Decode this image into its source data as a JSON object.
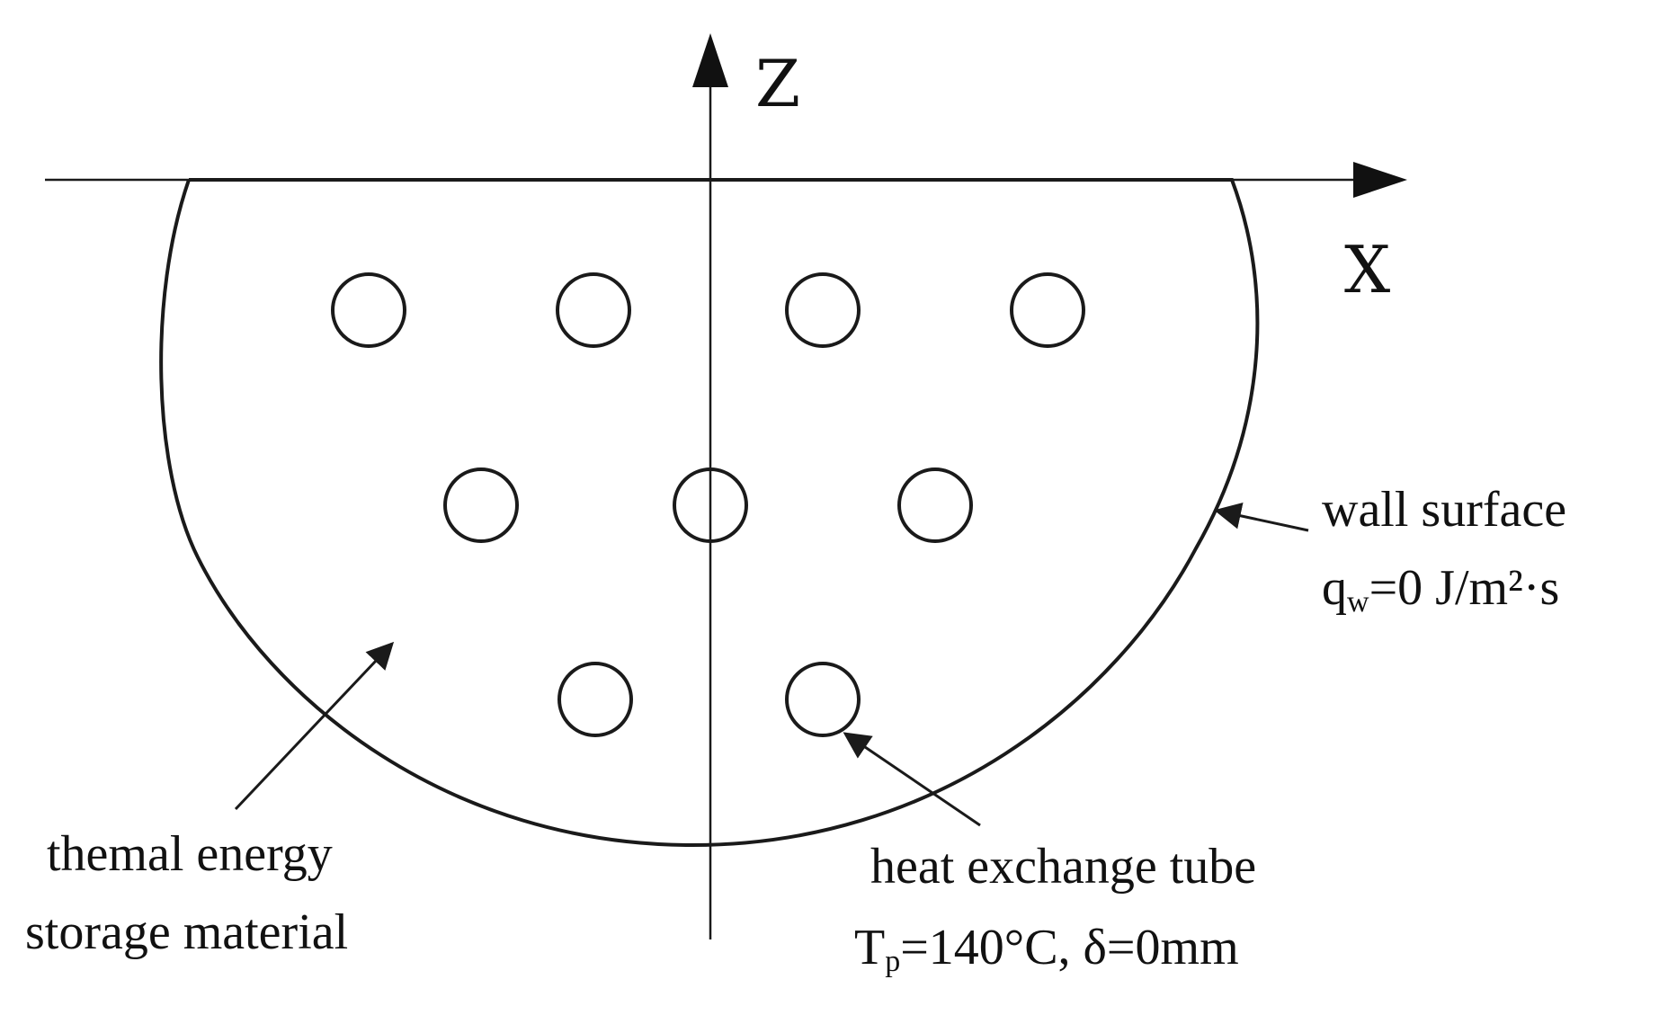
{
  "axes": {
    "z_label": "Z",
    "x_label": "X"
  },
  "tubes": {
    "count": 9,
    "rows": [
      4,
      3,
      2
    ]
  },
  "labels": {
    "wall": {
      "line1": "wall surface",
      "q": "q",
      "q_sub": "w",
      "q_rest": "=0 J/m²·s"
    },
    "material": {
      "line1": "themal energy",
      "line2": "storage material"
    },
    "tube": {
      "line1": "heat exchange tube",
      "t": "T",
      "t_sub": "p",
      "t_rest": "=140°C,  δ=0mm"
    }
  },
  "colors": {
    "ink": "#1a1a1a",
    "background": "#ffffff"
  }
}
